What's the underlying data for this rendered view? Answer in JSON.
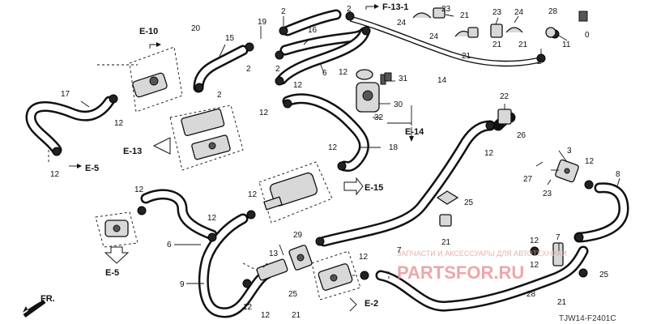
{
  "diagram": {
    "refs": {
      "f13": "F-13-1",
      "e10": "E-10",
      "e13": "E-13",
      "e5_left": "E-5",
      "e5_bottom": "E-5",
      "e14": "E-14",
      "e15": "E-15",
      "e2": "E-2",
      "fr": "FR."
    },
    "callouts": {
      "c2a": "2",
      "c2b": "2",
      "c2c": "2",
      "c2d": "2",
      "c2e": "2",
      "c2f": "2",
      "c3": "3",
      "c6": "6",
      "c6b": "6",
      "c7": "7",
      "c8": "8",
      "c9": "9",
      "c11": "11",
      "c13": "13",
      "c14": "14",
      "c15": "15",
      "c16": "16",
      "c17": "17",
      "c18": "18",
      "c19": "19",
      "c20": "20",
      "c21a": "21",
      "c21b": "21",
      "c21c": "21",
      "c21d": "21",
      "c21e": "21",
      "c21f": "21",
      "c22": "22",
      "c23": "23",
      "c23b": "23",
      "c24a": "24",
      "c24b": "24",
      "c24c": "24",
      "c25a": "25",
      "c25b": "25",
      "c25c": "25",
      "c26": "26",
      "c27": "27",
      "c28": "28",
      "c28b": "28",
      "c29": "29",
      "c30": "30",
      "c31": "31",
      "c32": "32",
      "c10": "0",
      "c12a": "12",
      "c12b": "12",
      "c12c": "12",
      "c12d": "12",
      "c12e": "12",
      "c12f": "12",
      "c12g": "12",
      "c12h": "12",
      "c12i": "12",
      "c12j": "12",
      "c12k": "12",
      "c12l": "12",
      "c12m": "12",
      "c12n": "12",
      "c12o": "12",
      "c12p": "12"
    },
    "watermark": {
      "brand": "PARTSFOR.RU",
      "tagline": "ЗАПЧАСТИ И АКСЕССУАРЫ ДЛЯ АВТОТЕХНИКИ"
    },
    "code": "TJW14-F2401C"
  }
}
